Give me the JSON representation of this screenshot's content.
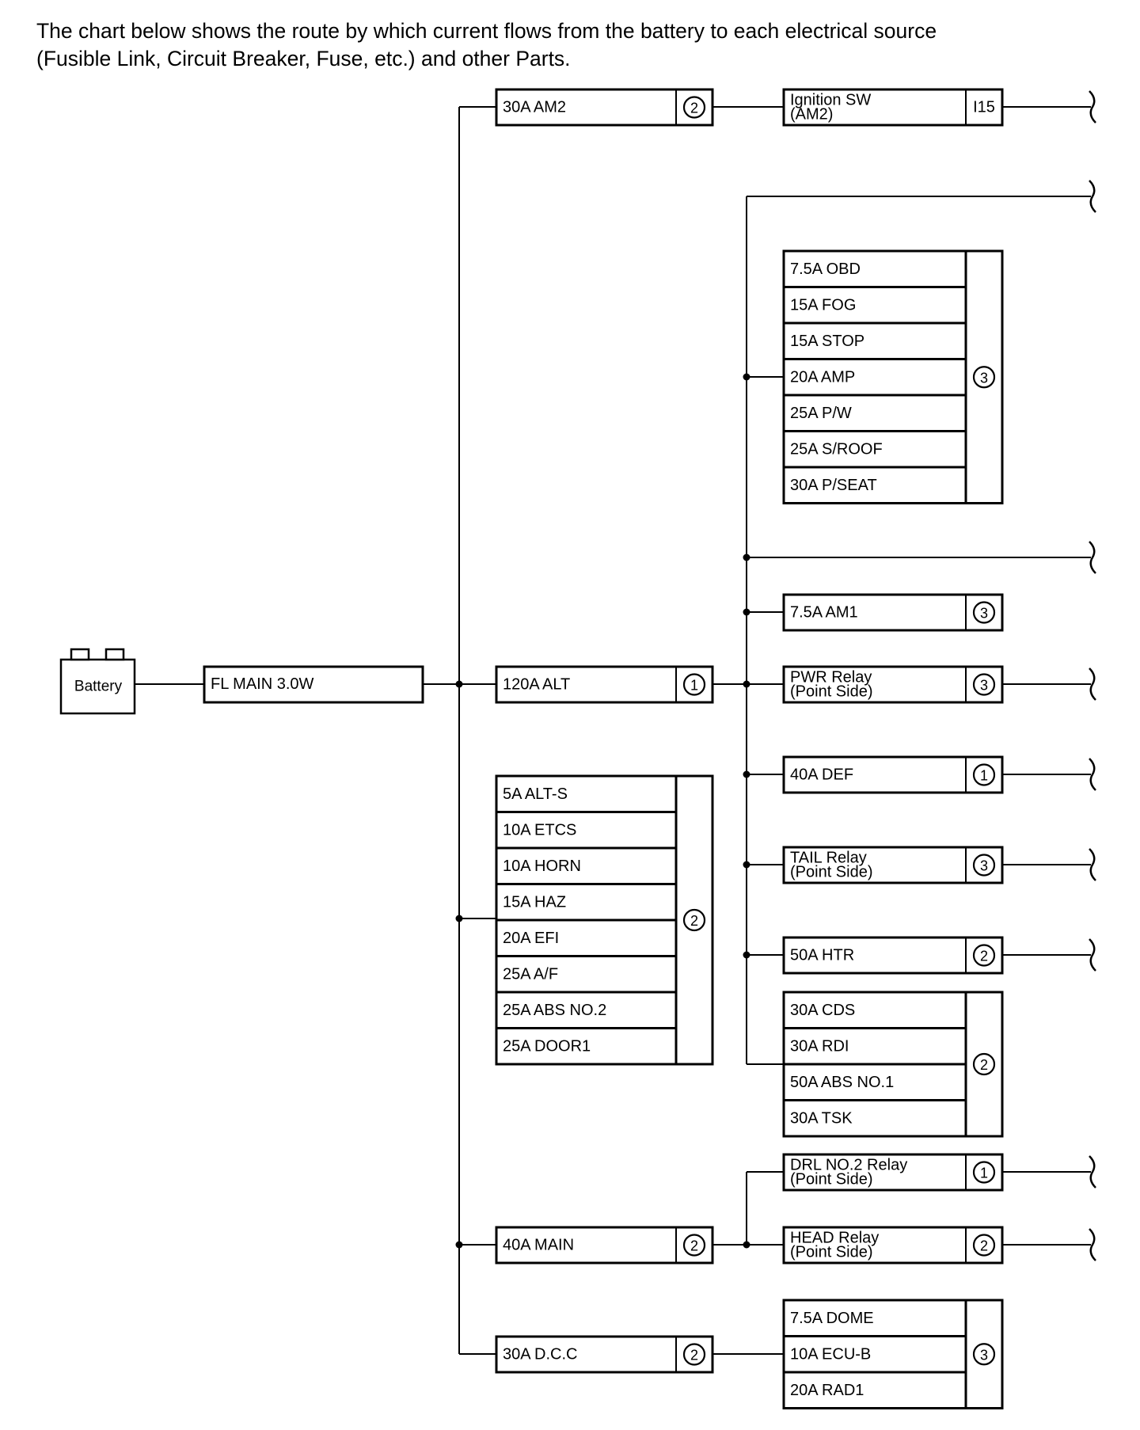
{
  "intro": {
    "line1": "The chart below shows the route by which current flows from the battery to each electrical source",
    "line2": "(Fusible Link, Circuit Breaker, Fuse, etc.) and other Parts."
  },
  "battery": "Battery",
  "main_link": "FL MAIN 3.0W",
  "level1": [
    {
      "id": "am2",
      "type": "single",
      "label": "30A AM2",
      "number": "2"
    },
    {
      "id": "alt",
      "type": "single",
      "label": "120A ALT",
      "number": "1"
    },
    {
      "id": "eng",
      "type": "group",
      "labels": [
        "5A ALT-S",
        "10A ETCS",
        "10A HORN",
        "15A HAZ",
        "20A EFI",
        "25A A/F",
        "25A ABS NO.2",
        "25A DOOR1"
      ],
      "number": "2"
    },
    {
      "id": "main",
      "type": "single",
      "label": "40A MAIN",
      "number": "2"
    },
    {
      "id": "dcc",
      "type": "single",
      "label": "30A D.C.C",
      "number": "2"
    }
  ],
  "level2": [
    {
      "id": "ig",
      "type": "single",
      "label": "Ignition SW",
      "label2": "(AM2)",
      "number": "I15"
    },
    {
      "id": "cab",
      "type": "group",
      "labels": [
        "7.5A OBD",
        "15A FOG",
        "15A STOP",
        "20A AMP",
        "25A P/W",
        "25A S/ROOF",
        "30A P/SEAT"
      ],
      "number": "3"
    },
    {
      "id": "am1",
      "type": "single",
      "label": "7.5A AM1",
      "number": "3"
    },
    {
      "id": "pwr",
      "type": "single",
      "label": "PWR Relay",
      "label2": "(Point Side)",
      "number": "3"
    },
    {
      "id": "def",
      "type": "single",
      "label": "40A DEF",
      "number": "1"
    },
    {
      "id": "tail",
      "type": "single",
      "label": "TAIL Relay",
      "label2": "(Point Side)",
      "number": "3"
    },
    {
      "id": "htr",
      "type": "single",
      "label": "50A HTR",
      "number": "2"
    },
    {
      "id": "cds",
      "type": "group",
      "labels": [
        "30A CDS",
        "30A RDI",
        "50A ABS NO.1",
        "30A TSK"
      ],
      "number": "2"
    },
    {
      "id": "drl",
      "type": "single",
      "label": "DRL NO.2 Relay",
      "label2": "(Point Side)",
      "number": "1"
    },
    {
      "id": "head",
      "type": "single",
      "label": "HEAD Relay",
      "label2": "(Point Side)",
      "number": "2"
    },
    {
      "id": "dome",
      "type": "group",
      "labels": [
        "7.5A DOME",
        "10A ECU-B",
        "20A RAD1"
      ],
      "number": "3"
    }
  ]
}
